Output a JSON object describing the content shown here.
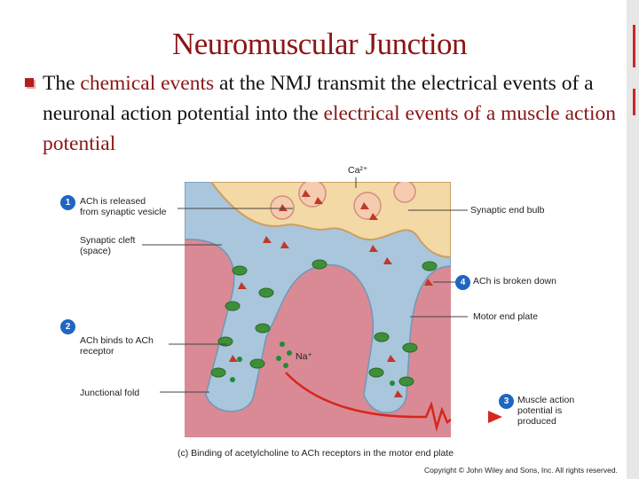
{
  "title": "Neuromuscular Junction",
  "body": {
    "t1": "The ",
    "h1": "chemical events",
    "t2": " at the NMJ transmit the electrical events of a neuronal action potential into the ",
    "h2": "electrical events of a muscle action potential"
  },
  "labels": {
    "step1": "ACh is released\nfrom synaptic vesicle",
    "cleft": "Synaptic cleft\n(space)",
    "step2": "ACh binds to ACh\nreceptor",
    "fold": "Junctional fold",
    "end_bulb": "Synaptic end bulb",
    "step4": "ACh is broken down",
    "end_plate": "Motor end plate",
    "step3": "Muscle action\npotential is\nproduced",
    "calcium": "Ca²⁺",
    "sodium": "Na⁺"
  },
  "steps": {
    "s1": "1",
    "s2": "2",
    "s3": "3",
    "s4": "4"
  },
  "caption": "(c) Binding of acetylcholine to ACh receptors in the motor end plate",
  "copyright": "Copyright © John Wiley and Sons, Inc. All rights reserved.",
  "colors": {
    "title": "#8b1515",
    "highlight": "#8b1515",
    "step_badge": "#1f66c2",
    "bulb": "#f3d9a6",
    "cleft": "#a9c6dc",
    "muscle": "#d98a95",
    "action_potential": "#d7261e"
  }
}
